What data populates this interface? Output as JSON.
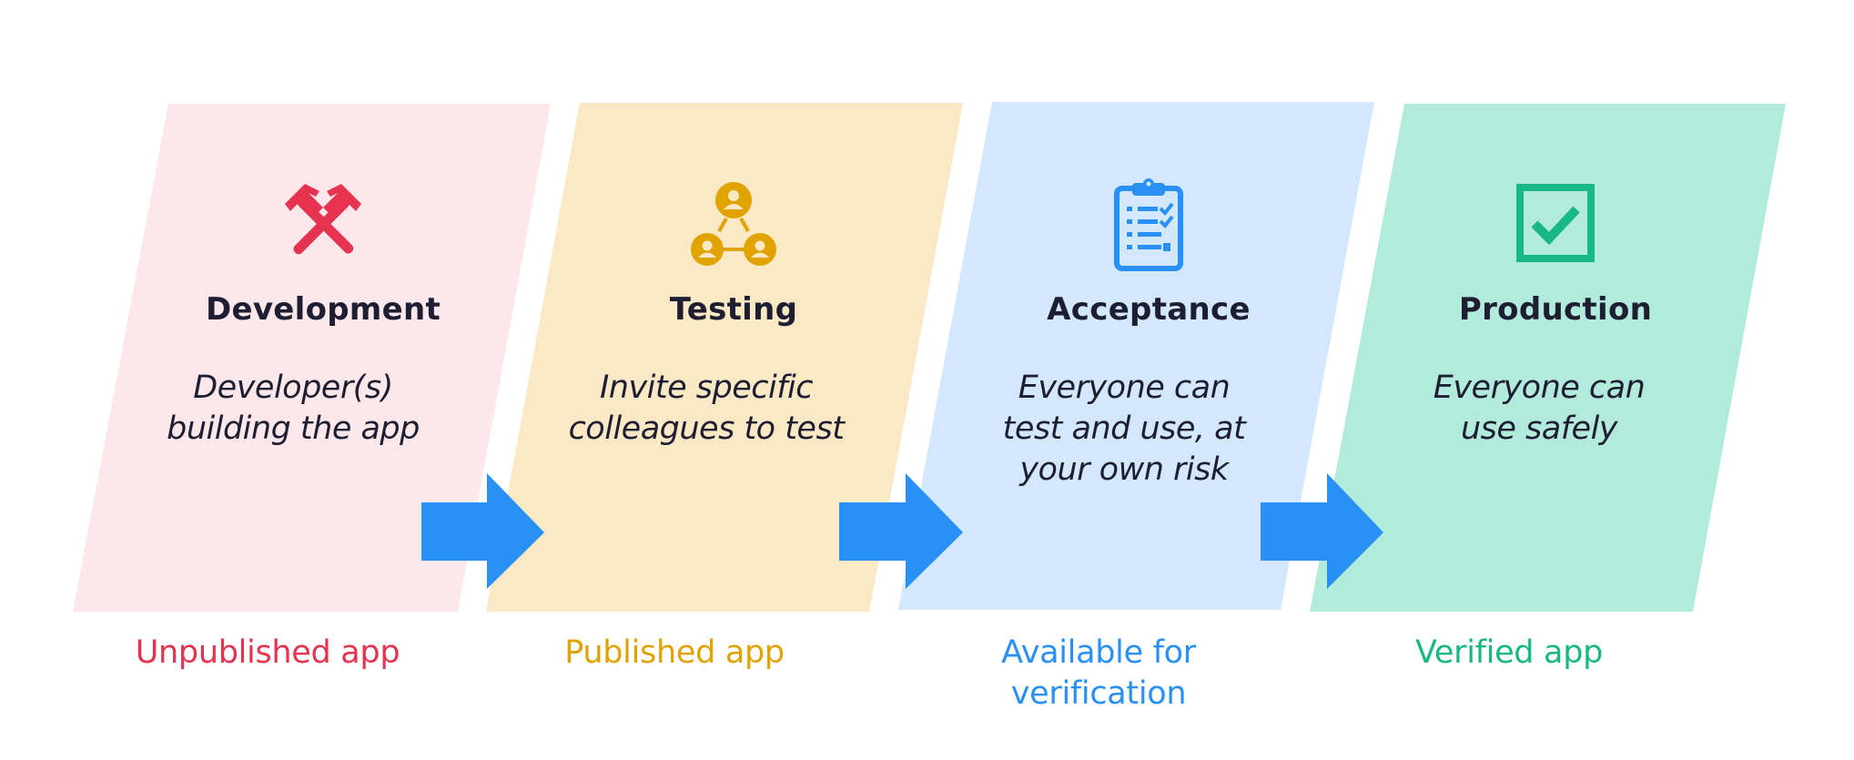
{
  "stages": [
    {
      "title": "Development",
      "description": "Developer(s)\nbuilding the app",
      "status": "Unpublished app",
      "icon": "hammers-icon",
      "bg_color": "#fce8ea",
      "accent_color": "#e6334f"
    },
    {
      "title": "Testing",
      "description": "Invite specific\ncolleagues to test",
      "status": "Published app",
      "icon": "people-network-icon",
      "bg_color": "#fbe8c5",
      "accent_color": "#e0a300"
    },
    {
      "title": "Acceptance",
      "description": "Everyone can\ntest and use, at\nyour own risk",
      "status": "Available for\nverification",
      "icon": "clipboard-checklist-icon",
      "bg_color": "#d3e8fd",
      "accent_color": "#2990f6"
    },
    {
      "title": "Production",
      "description": "Everyone can\nuse safely",
      "status": "Verified app",
      "icon": "checkbox-icon",
      "bg_color": "#b2eadb",
      "accent_color": "#17b883"
    }
  ],
  "arrow_color": "#2990f6"
}
